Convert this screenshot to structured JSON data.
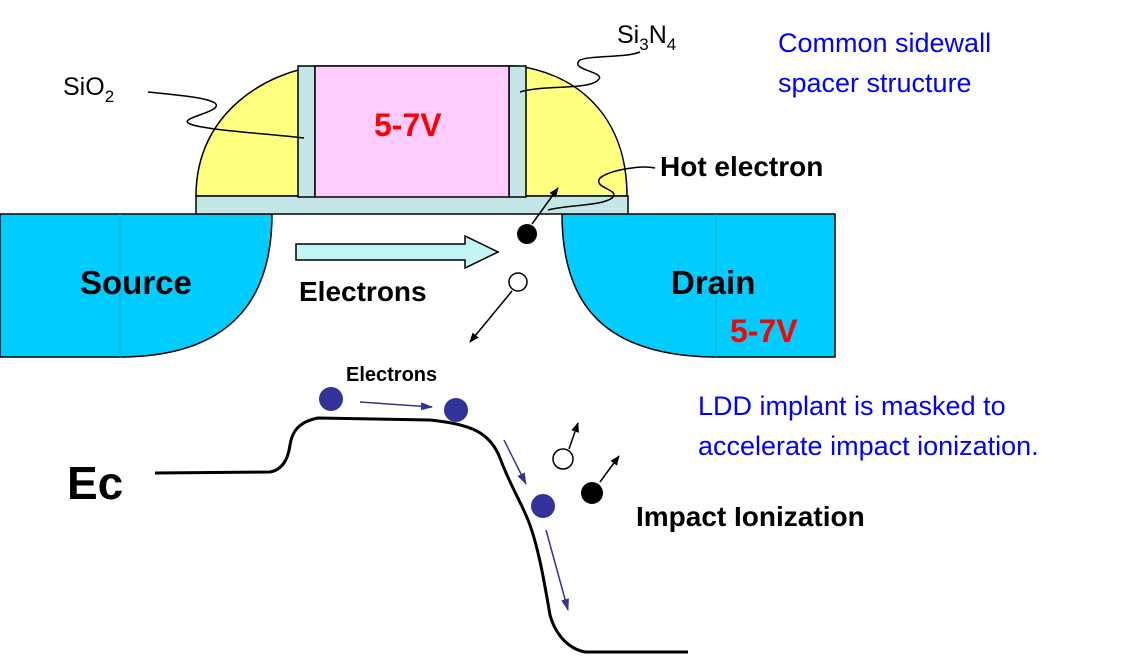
{
  "labels": {
    "sio2": {
      "base": "SiO",
      "sub": "2"
    },
    "si3n4": {
      "p1": "Si",
      "s1": "3",
      "p2": "N",
      "s2": "4"
    },
    "note_top": [
      "Common  sidewall",
      "spacer  structure"
    ],
    "gate_voltage": "5-7V",
    "hot_electron": "Hot electron",
    "source": "Source",
    "drain": "Drain",
    "drain_voltage": "5-7V",
    "electrons_channel": "Electrons",
    "electrons_band": "Electrons",
    "note_bottom": [
      "LDD  implant  is  masked  to",
      "accelerate  impact  ionization."
    ],
    "ec": "Ec",
    "impact_ionization": "Impact Ionization"
  },
  "colors": {
    "source_drain": "#00ccff",
    "spacer_oxide": "#ffff80",
    "nitride_liner": "#c4e6e6",
    "gate": "#ffccff",
    "arrow_fill": "#c4f4f4",
    "band_electron": "#333399",
    "note_text": "#0000ff",
    "voltage_text": "#ff0000"
  }
}
